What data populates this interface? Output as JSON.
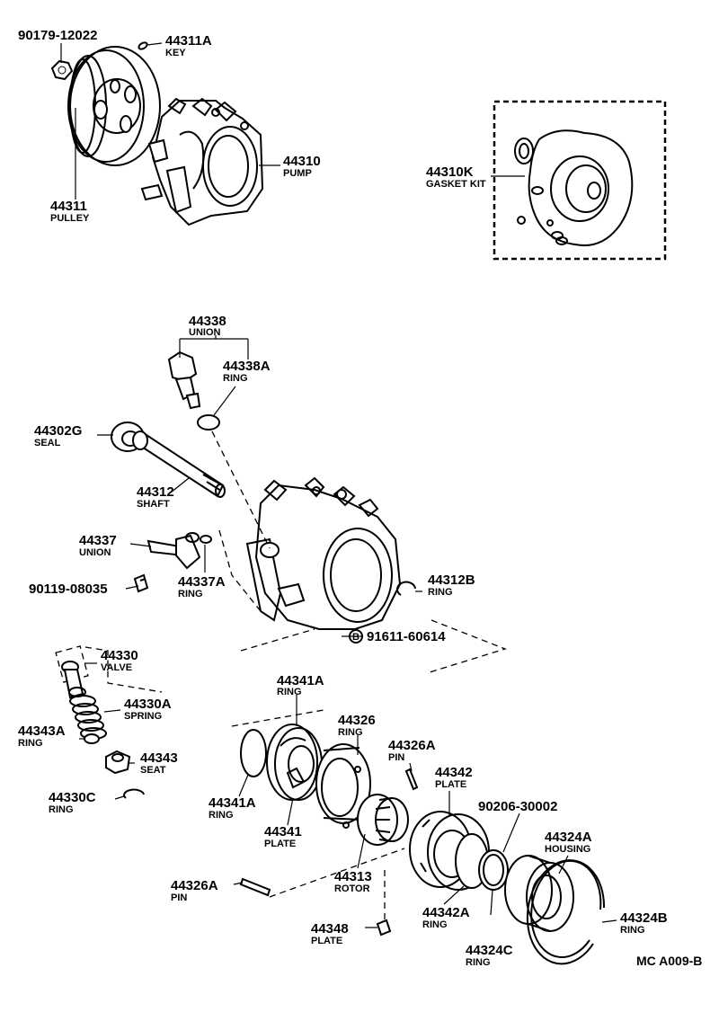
{
  "parts": [
    {
      "id": "p1",
      "number": "90179-12022",
      "name": ""
    },
    {
      "id": "p2",
      "number": "44311A",
      "name": "KEY"
    },
    {
      "id": "p3",
      "number": "44310",
      "name": "PUMP"
    },
    {
      "id": "p4",
      "number": "44311",
      "name": "PULLEY"
    },
    {
      "id": "p5",
      "number": "44310K",
      "name": "GASKET KIT"
    },
    {
      "id": "p6",
      "number": "44338",
      "name": "UNION"
    },
    {
      "id": "p7",
      "number": "44338A",
      "name": "RING"
    },
    {
      "id": "p8",
      "number": "44302G",
      "name": "SEAL"
    },
    {
      "id": "p9",
      "number": "44312",
      "name": "SHAFT"
    },
    {
      "id": "p10",
      "number": "44337",
      "name": "UNION"
    },
    {
      "id": "p11",
      "number": "90119-08035",
      "name": ""
    },
    {
      "id": "p12",
      "number": "44337A",
      "name": "RING"
    },
    {
      "id": "p13",
      "number": "44312B",
      "name": "RING"
    },
    {
      "id": "p14",
      "number": "91611-60614",
      "name": ""
    },
    {
      "id": "p15",
      "number": "44330",
      "name": "VALVE"
    },
    {
      "id": "p16",
      "number": "44330A",
      "name": "SPRING"
    },
    {
      "id": "p17",
      "number": "44343A",
      "name": "RING"
    },
    {
      "id": "p18",
      "number": "44343",
      "name": "SEAT"
    },
    {
      "id": "p19",
      "number": "44330C",
      "name": "RING"
    },
    {
      "id": "p20",
      "number": "44341A",
      "name": "RING"
    },
    {
      "id": "p21",
      "number": "44326",
      "name": "RING"
    },
    {
      "id": "p22",
      "number": "44326A",
      "name": "PIN"
    },
    {
      "id": "p23",
      "number": "44342",
      "name": "PLATE"
    },
    {
      "id": "p24",
      "number": "44341A",
      "name": "RING"
    },
    {
      "id": "p25",
      "number": "44341",
      "name": "PLATE"
    },
    {
      "id": "p26",
      "number": "90206-30002",
      "name": ""
    },
    {
      "id": "p27",
      "number": "44324A",
      "name": "HOUSING"
    },
    {
      "id": "p28",
      "number": "44326A",
      "name": "PIN"
    },
    {
      "id": "p29",
      "number": "44313",
      "name": "ROTOR"
    },
    {
      "id": "p30",
      "number": "44342A",
      "name": "RING"
    },
    {
      "id": "p31",
      "number": "44324B",
      "name": "RING"
    },
    {
      "id": "p32",
      "number": "44348",
      "name": "PLATE"
    },
    {
      "id": "p33",
      "number": "44324C",
      "name": "RING"
    }
  ],
  "bolt_marker": "B",
  "diagram_code": "MC A009-B"
}
